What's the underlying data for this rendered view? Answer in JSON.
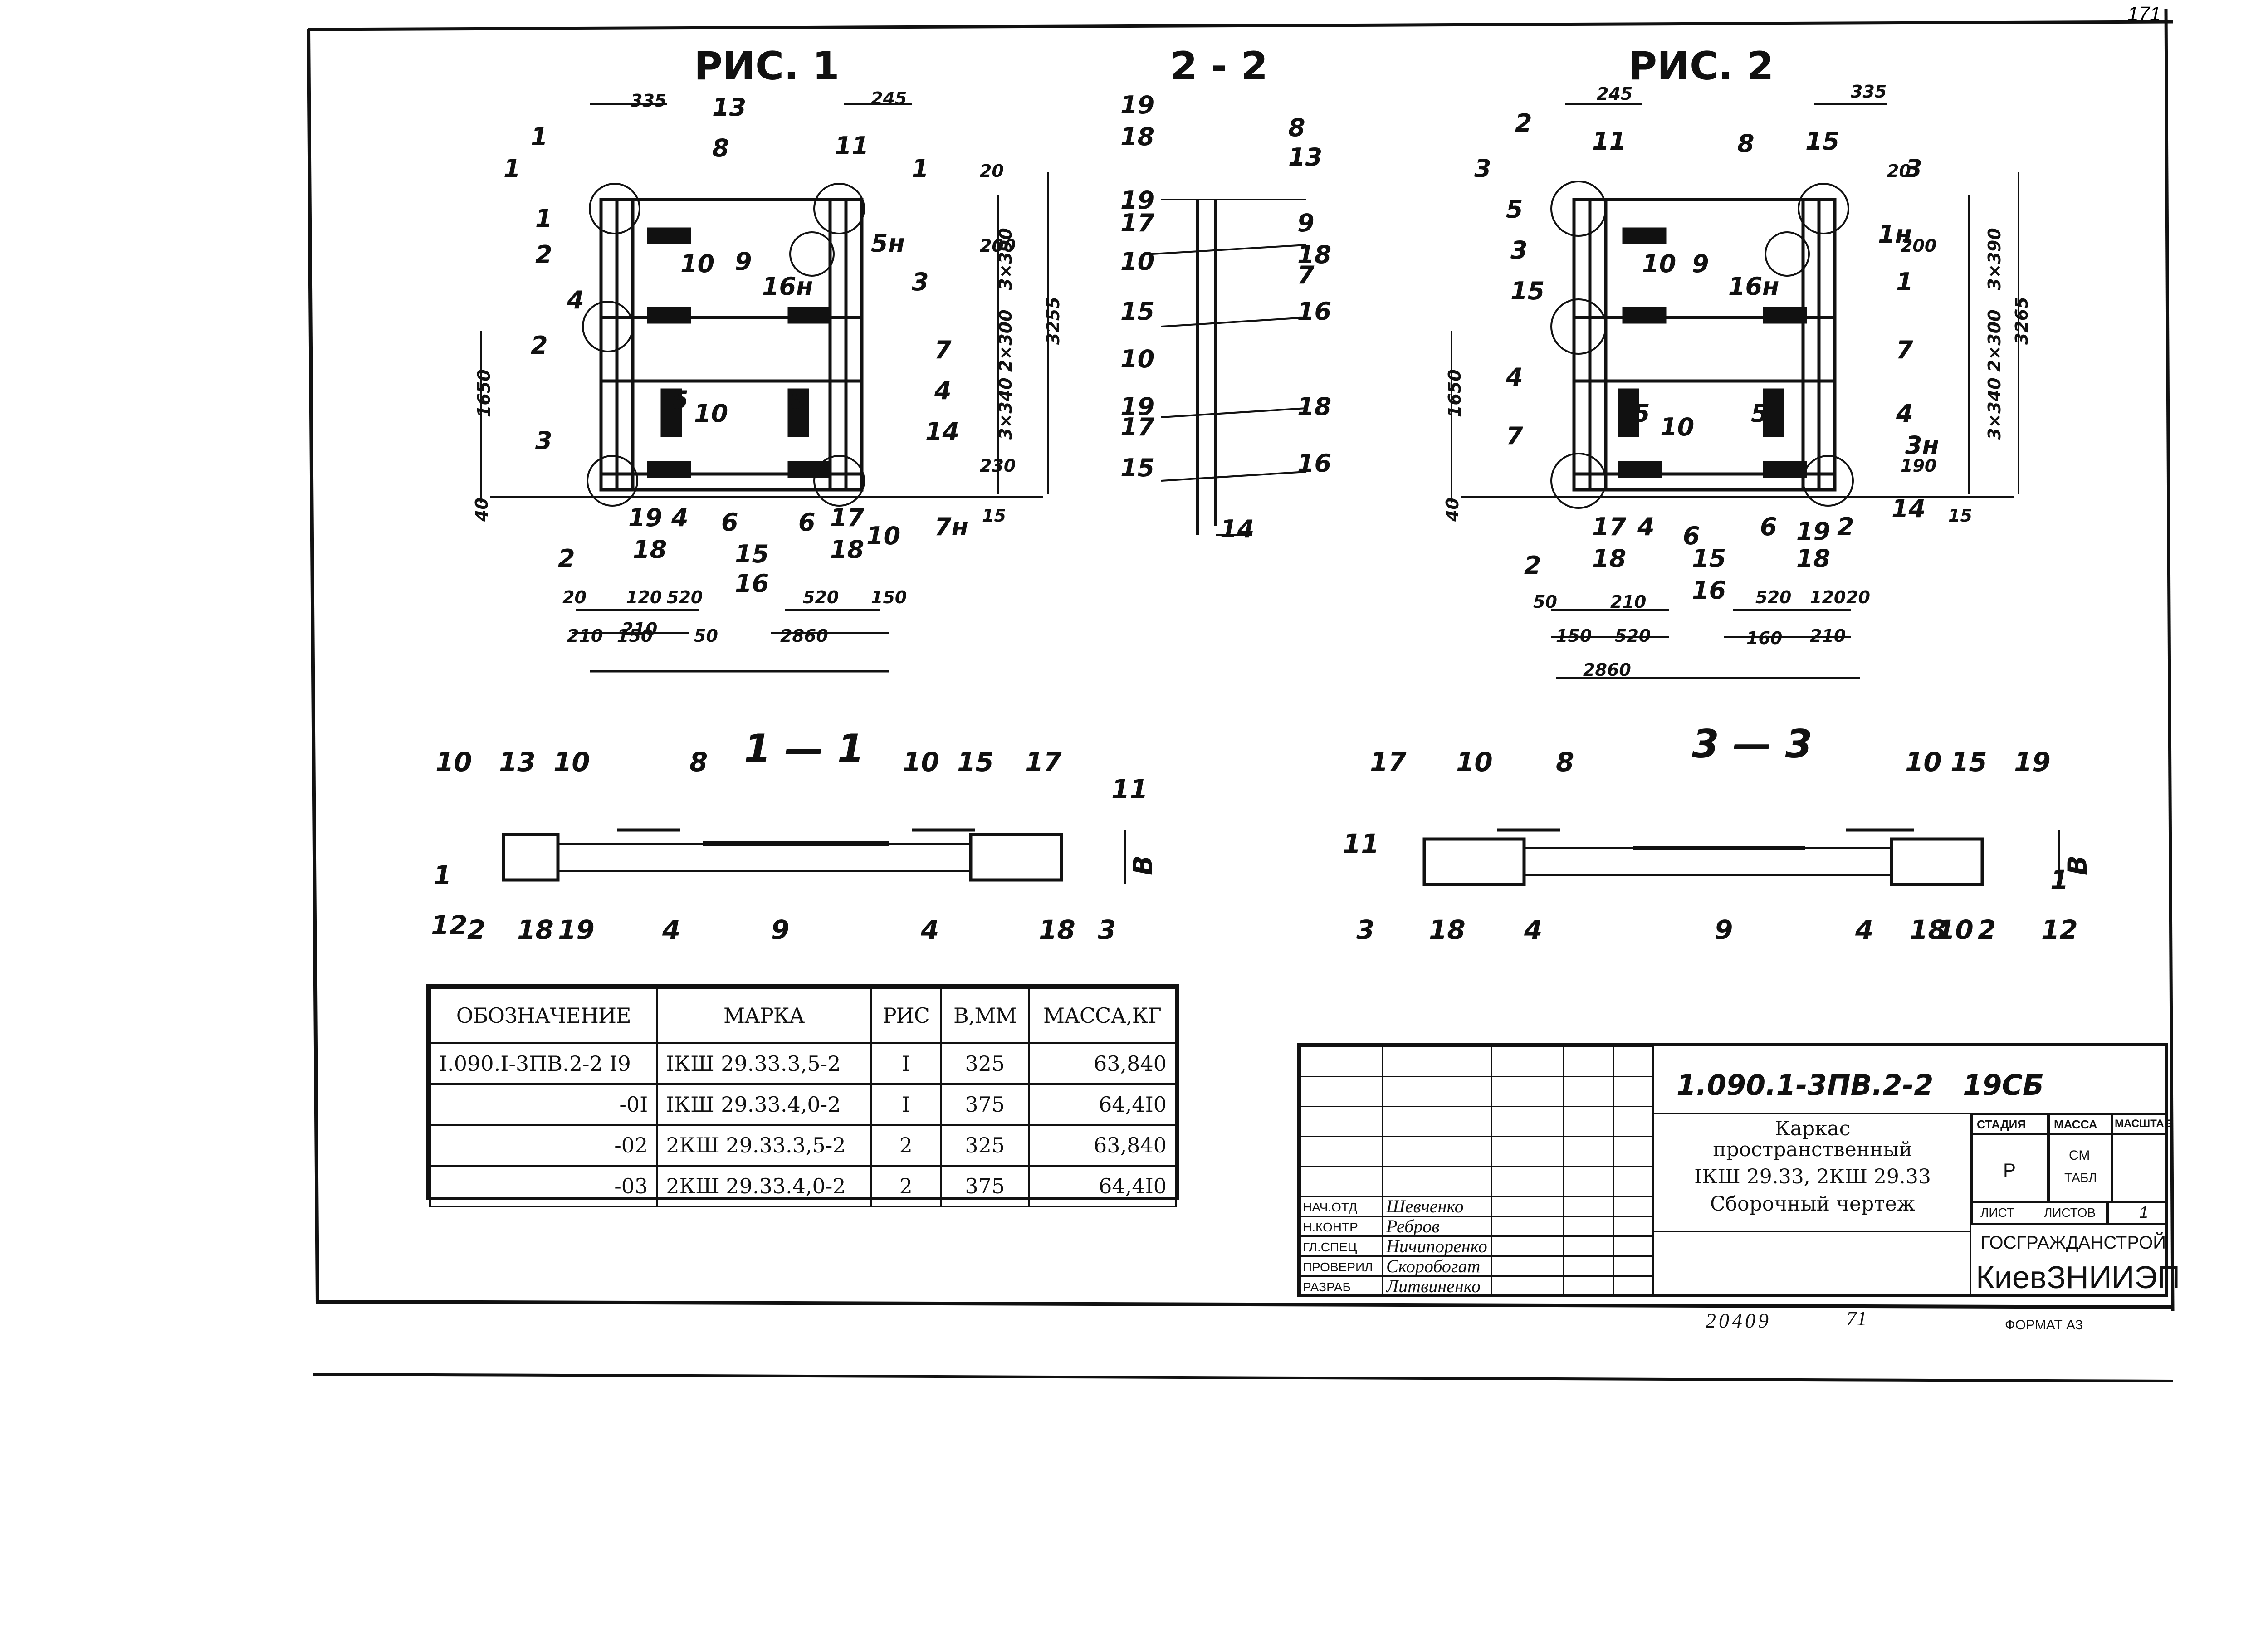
{
  "page_corner_number": "171",
  "figures": {
    "fig1_title": "РИС. 1",
    "fig2_title": "РИС. 2",
    "sec22_title": "2 - 2",
    "sec11_title": "1 — 1",
    "sec33_title": "3 — 3",
    "fig1_dims": [
      "335",
      "245",
      "20",
      "200",
      "3×390",
      "2×300",
      "3×340",
      "230",
      "3255",
      "1650",
      "15",
      "40",
      "20",
      "120",
      "520",
      "210",
      "150",
      "210",
      "50",
      "520",
      "150",
      "2860"
    ],
    "fig2_dims": [
      "245",
      "335",
      "20",
      "200",
      "3×390",
      "2×300",
      "3×340",
      "190",
      "3265",
      "1650",
      "15",
      "40",
      "50",
      "210",
      "150",
      "520",
      "520",
      "120",
      "20",
      "160",
      "210",
      "2860"
    ],
    "fig1_callouts": [
      "1",
      "2",
      "1",
      "1",
      "13",
      "8",
      "11",
      "1",
      "5н",
      "3",
      "9",
      "10",
      "16н",
      "4",
      "2",
      "7",
      "4",
      "5",
      "5",
      "10",
      "14",
      "3",
      "19",
      "4",
      "6",
      "6",
      "17",
      "7н",
      "18",
      "15",
      "16",
      "18",
      "10",
      "2"
    ],
    "fig2_callouts": [
      "3",
      "2",
      "11",
      "8",
      "15",
      "3",
      "5",
      "1н",
      "3",
      "10",
      "9",
      "16н",
      "1",
      "15",
      "7",
      "4",
      "5",
      "10",
      "5",
      "4",
      "3н",
      "7",
      "17",
      "4",
      "6",
      "6",
      "19",
      "2",
      "14",
      "18",
      "15",
      "16",
      "18",
      "2"
    ],
    "sec22_callouts": [
      "19",
      "18",
      "8",
      "13",
      "19",
      "17",
      "9",
      "10",
      "18",
      "7",
      "15",
      "16",
      "10",
      "18",
      "19",
      "17",
      "15",
      "16",
      "14"
    ],
    "sec11_callouts": [
      "10",
      "13",
      "10",
      "8",
      "10",
      "15",
      "17",
      "11",
      "1",
      "12",
      "2",
      "18",
      "19",
      "4",
      "9",
      "4",
      "18",
      "3",
      "В"
    ],
    "sec33_callouts": [
      "17",
      "10",
      "8",
      "10",
      "15",
      "19",
      "11",
      "3",
      "18",
      "4",
      "9",
      "4",
      "18",
      "10",
      "2",
      "12",
      "1",
      "В"
    ]
  },
  "spec_table": {
    "headers": [
      "ОБОЗНАЧЕНИЕ",
      "МАРКА",
      "РИС",
      "В,ММ",
      "МАССА,КГ"
    ],
    "rows": [
      [
        "I.090.I-3ПВ.2-2 I9",
        "IКШ 29.33.3,5-2",
        "I",
        "325",
        "63,840"
      ],
      [
        "-0I",
        "IКШ 29.33.4,0-2",
        "I",
        "375",
        "64,4I0"
      ],
      [
        "-02",
        "2КШ 29.33.3,5-2",
        "2",
        "325",
        "63,840"
      ],
      [
        "-03",
        "2КШ 29.33.4,0-2",
        "2",
        "375",
        "64,4I0"
      ]
    ]
  },
  "title_block": {
    "doc_code": "1.090.1-3ПВ.2-2   19СБ",
    "title_line1": "Каркас",
    "title_line2": "пространственный",
    "title_line3": "IКШ 29.33, 2КШ 29.33",
    "title_line4": "Сборочный чертеж",
    "stage_label": "СТАДИЯ",
    "mass_label": "МАССА",
    "scale_label": "МАСШТАБ",
    "stage_value": "Р",
    "mass_value_1": "СМ",
    "mass_value_2": "ТАБЛ",
    "sheet_label": "ЛИСТ",
    "sheets_label": "ЛИСТОВ",
    "sheets_value": "1",
    "org_line1": "ГОСГРАЖДАНСТРОЙ",
    "org_line2": "КиевЗНИИЭП",
    "signatures": [
      {
        "role": "НАЧ.ОТД",
        "name": "Шевченко"
      },
      {
        "role": "Н.КОНТР",
        "name": "Ребров"
      },
      {
        "role": "ГЛ.СПЕЦ",
        "name": "Ничипоренко"
      },
      {
        "role": "ПРОВЕРИЛ",
        "name": "Скоробогат"
      },
      {
        "role": "РАЗРАБ",
        "name": "Литвиненко"
      }
    ]
  },
  "footer": {
    "inventory": "20409",
    "page": "71",
    "format": "ФОРМАТ А3"
  }
}
